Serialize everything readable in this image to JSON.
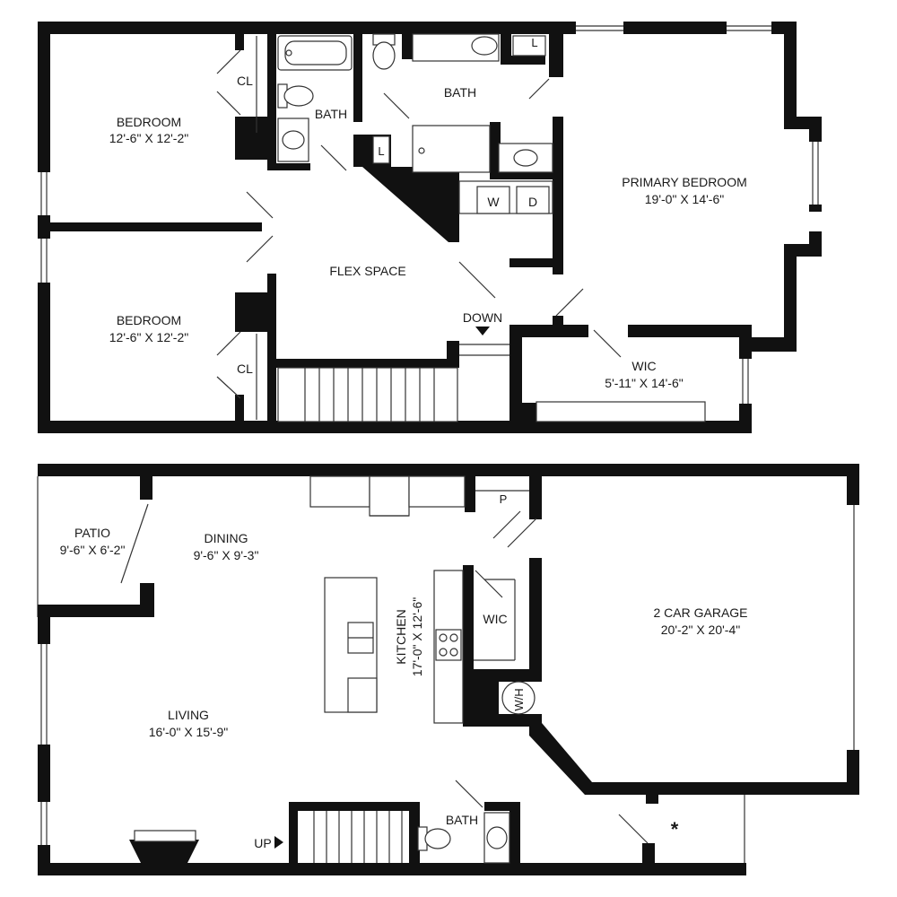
{
  "upper_floor": {
    "bedroom_1": {
      "name": "BEDROOM",
      "size": "12'-6\" X 12'-2\""
    },
    "bedroom_2": {
      "name": "BEDROOM",
      "size": "12'-6\" X 12'-2\""
    },
    "closet_1": "CL",
    "closet_2": "CL",
    "bath_1": "BATH",
    "bath_2": "BATH",
    "linen_1": "L",
    "linen_2": "L",
    "washer": "W",
    "dryer": "D",
    "primary_bedroom": {
      "name": "PRIMARY BEDROOM",
      "size": "19'-0\" X 14'-6\""
    },
    "flex_space": "FLEX SPACE",
    "stairs_down": "DOWN",
    "wic": {
      "name": "WIC",
      "size": "5'-11\" X 14'-6\""
    }
  },
  "lower_floor": {
    "patio": {
      "name": "PATIO",
      "size": "9'-6\" X 6'-2\""
    },
    "dining": {
      "name": "DINING",
      "size": "9'-6\" X 9'-3\""
    },
    "pantry": "P",
    "kitchen": {
      "name": "KITCHEN",
      "size": "17'-0\" X 12'-6\""
    },
    "wic": "WIC",
    "water_heater": "W/H",
    "garage": {
      "name": "2 CAR GARAGE",
      "size": "20'-2\" X 20'-4\""
    },
    "living": {
      "name": "LIVING",
      "size": "16'-0\" X 15'-9\""
    },
    "stairs_up": "UP",
    "bath": "BATH",
    "asterisk": "*"
  }
}
